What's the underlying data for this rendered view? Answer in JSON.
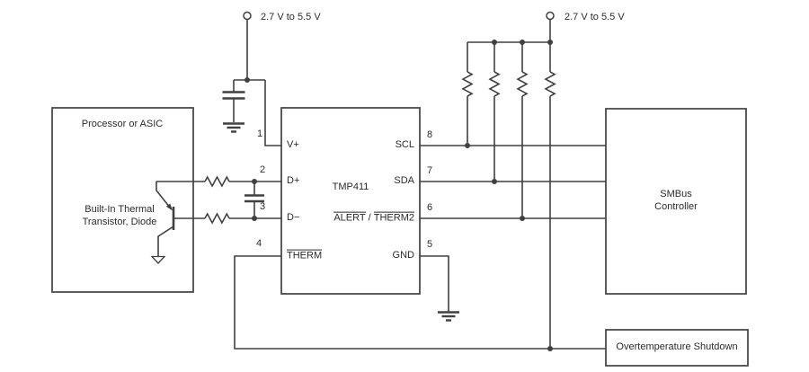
{
  "colors": {
    "background": "#ffffff",
    "line": "#404040",
    "text": "#2b2b2b"
  },
  "supplies": {
    "left_label": "2.7 V to 5.5 V",
    "right_label": "2.7 V to 5.5 V"
  },
  "processor": {
    "title": "Processor or ASIC",
    "note1": "Built-In Thermal",
    "note2": "Transistor, Diode"
  },
  "chip": {
    "name": "TMP411",
    "left_pins": [
      {
        "num": "1",
        "label": "V+"
      },
      {
        "num": "2",
        "label": "D+"
      },
      {
        "num": "3",
        "label": "D−"
      },
      {
        "num": "4",
        "label": "THERM"
      }
    ],
    "right_pins": [
      {
        "num": "8",
        "label": "SCL"
      },
      {
        "num": "7",
        "label": "SDA"
      },
      {
        "num": "6",
        "label_a": "ALERT",
        "label_sep": " / ",
        "label_b": "THERM2"
      },
      {
        "num": "5",
        "label": "GND"
      }
    ]
  },
  "smbus": {
    "line1": "SMBus",
    "line2": "Controller"
  },
  "shutdown": {
    "label": "Overtemperature Shutdown"
  }
}
